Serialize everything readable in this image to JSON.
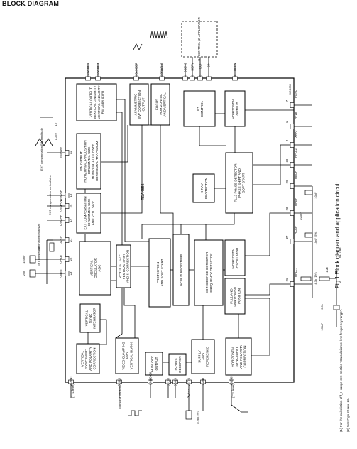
{
  "header": {
    "title": "BLOCK DIAGRAM"
  },
  "caption": "Fig.1 Block diagram and application circuit.",
  "chip": {
    "name": "TDA4856",
    "ref": "MGS035"
  },
  "footnotes": [
    "(1) For the calculation of f_H range see Section \"Calculation of line frequency range\".",
    "(2) See Figs 22 and 23."
  ],
  "blocks": {
    "vout_driver": [
      "VERTICAL OUTPUT",
      "VERTICAL LINEARITY",
      "VERTICAL LINEARITY",
      "EW AMPLIFIER"
    ],
    "asym": [
      "ASYMMETRIC",
      "EW CORRECTION",
      "OUTPUT"
    ],
    "focus": [
      "FOCUS",
      "HORIZONTAL",
      "AND VERTICAL"
    ],
    "bplus_ctrl": [
      "B+",
      "CONTROL"
    ],
    "hout": [
      "HORIZONTAL",
      "OUTPUT"
    ],
    "ew_out": [
      "EW OUTPUT",
      "HORIZONTAL PINCUSHION",
      "HORIZONTAL SIZE",
      "HORIZONTAL CORNER",
      "HORIZONTAL TRAPEZIUM"
    ],
    "ext_comp": [
      "EXT COMPENSATION",
      "HORIZONTAL SIZE",
      "AND VERT SIZE"
    ],
    "xray": [
      "X-RAY",
      "PROTECTION"
    ],
    "pll2": [
      "PLL2 PHASE DETECTOR",
      "PHASE SHIFT AND",
      "SOFT START"
    ],
    "vert_osc": [
      "VERTICAL",
      "OSCILLATOR",
      "AGC"
    ],
    "vsize": [
      "VERTICAL SIZE",
      "VERTICAL SHIFT",
      "AND S-CORRECTION"
    ],
    "prot": [
      "PROTECTION",
      "AND SOFT START"
    ],
    "i2c_reg": [
      "I²C-BUS REGISTERS"
    ],
    "coinc": [
      "COINCIDENCE DETECTOR",
      "FREQUENCY DETECTOR"
    ],
    "hosc": [
      "HORIZONTAL",
      "OSCILLATOR"
    ],
    "pll1": [
      "PLL1 AND",
      "HORIZONTAL",
      "POSITION"
    ],
    "vsync_int": [
      "VERTICAL",
      "SYNC",
      "INTEGRATOR"
    ],
    "vsync_in": [
      "VERTICAL",
      "SYNC INPUT",
      "AND POLARITY",
      "CORRECTION"
    ],
    "vclamp": [
      "VIDEO CLAMPING",
      "AND",
      "VERTICAL BLANK"
    ],
    "hunlock": [
      "HUNLOCK",
      "OUTPUT"
    ],
    "i2c_rx": [
      "I²C-BUS",
      "RECEIVER"
    ],
    "supply": [
      "SUPPLY",
      "AND",
      "REFERENCE"
    ],
    "hsync_in": [
      "HORIZONTAL",
      "SYNC INPUT",
      "AND POLARITY",
      "CORRECTION"
    ]
  },
  "pins_top": [
    {
      "num": "13",
      "name": "VOUT2"
    },
    {
      "num": "12",
      "name": "VOUT1"
    },
    {
      "num": "20",
      "name": "ASCOR"
    },
    {
      "num": "32",
      "name": "FOCUS"
    },
    {
      "num": "6",
      "name": "BSENS"
    },
    {
      "num": "3",
      "name": "BDRV"
    },
    {
      "num": "5",
      "name": "BOP"
    },
    {
      "num": "4",
      "name": "BIN"
    },
    {
      "num": "8",
      "name": "HDRV"
    }
  ],
  "pins_right": [
    {
      "num": "7",
      "name": "PGND"
    },
    {
      "num": "1",
      "name": "HFLB"
    },
    {
      "num": "2",
      "name": "XRAY"
    },
    {
      "num": "30",
      "name": "HPLL2"
    },
    {
      "num": "29",
      "name": "HBUF"
    },
    {
      "num": "28",
      "name": "HREF"
    },
    {
      "num": "27",
      "name": "HCAP"
    },
    {
      "num": "26",
      "name": "HPLL1"
    }
  ],
  "pins_left": [
    {
      "num": "11",
      "name": "EWDRV"
    },
    {
      "num": "16",
      "name": "HSMOD"
    },
    {
      "num": "17",
      "name": "HSMOD"
    },
    {
      "num": "24",
      "name": "VSMOD"
    },
    {
      "num": "21",
      "name": "VAGC"
    },
    {
      "num": "22",
      "name": "VCAP"
    },
    {
      "num": "23",
      "name": "VREF"
    }
  ],
  "pins_bottom": [
    {
      "num": "14",
      "name": "VSYNC"
    },
    {
      "num": "15",
      "name": "CLBL"
    },
    {
      "num": "18",
      "name": "HUNLOCK"
    },
    {
      "num": "10",
      "name": "SCL"
    },
    {
      "num": "19",
      "name": "SDA"
    },
    {
      "num": "9",
      "name": "VCC"
    },
    {
      "num": "31",
      "name": "SGND"
    },
    {
      "num": "25",
      "name": "HSYNC"
    }
  ],
  "annotations": {
    "b_control": "B+ CONTROL (2) APPLICATION",
    "ttl_level": "(TTL level)",
    "clamping": "clamping blanking",
    "comp_vert": "EHT compensation vertical/size",
    "comp_horiz": "EHT compensation horizontal/size",
    "comp_ew": "EHT compensation EW amplitude",
    "vcc_supply": "V_CC",
    "r_8k2": "8.2k (1%)",
    "r_22k": "22k",
    "r_1k8": "1.8k",
    "r_3k3": "3.3k",
    "cap_100n": "100nF",
    "cap_150n": "150nF",
    "cap_47u": "47µF",
    "cap_10n": "10nF",
    "cap_4n7": "4.7nF",
    "cap_10n_5": "10nF (5%)",
    "cap_220p": "220pF",
    "cap_1n": "1nF",
    "r_43k": "4.3k (1%)",
    "r_1k2": "1.2k",
    "v_1v": "1V",
    "v_125v": "1.25V",
    "f_note": "f(1) (5%)"
  }
}
